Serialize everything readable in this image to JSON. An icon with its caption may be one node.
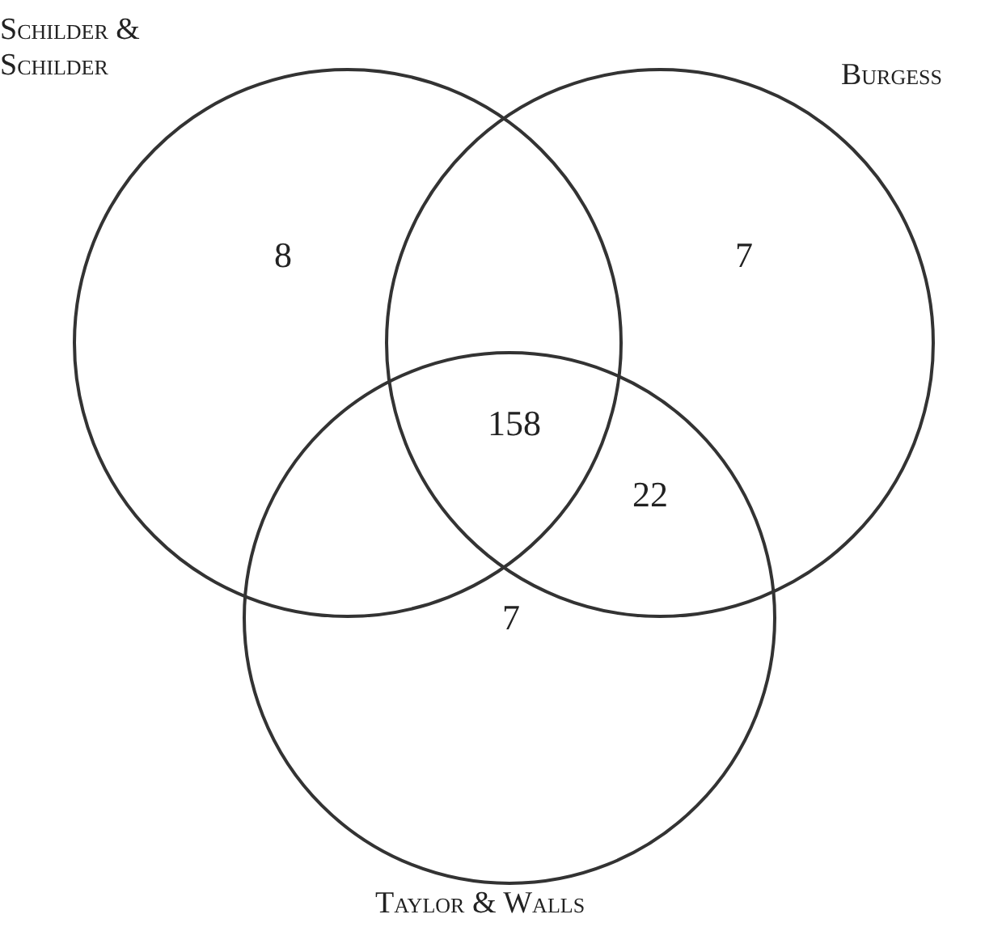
{
  "diagram": {
    "nodes": [
      {
        "text": [
          "Schilder & Schilder"
        ]
      },
      {
        "text": [
          "Burgess"
        ]
      },
      {
        "text": [
          "Taylor & Walls"
        ]
      }
    ],
    "labels": [
      "8",
      "7",
      "158",
      "22",
      "7"
    ]
  }
}
